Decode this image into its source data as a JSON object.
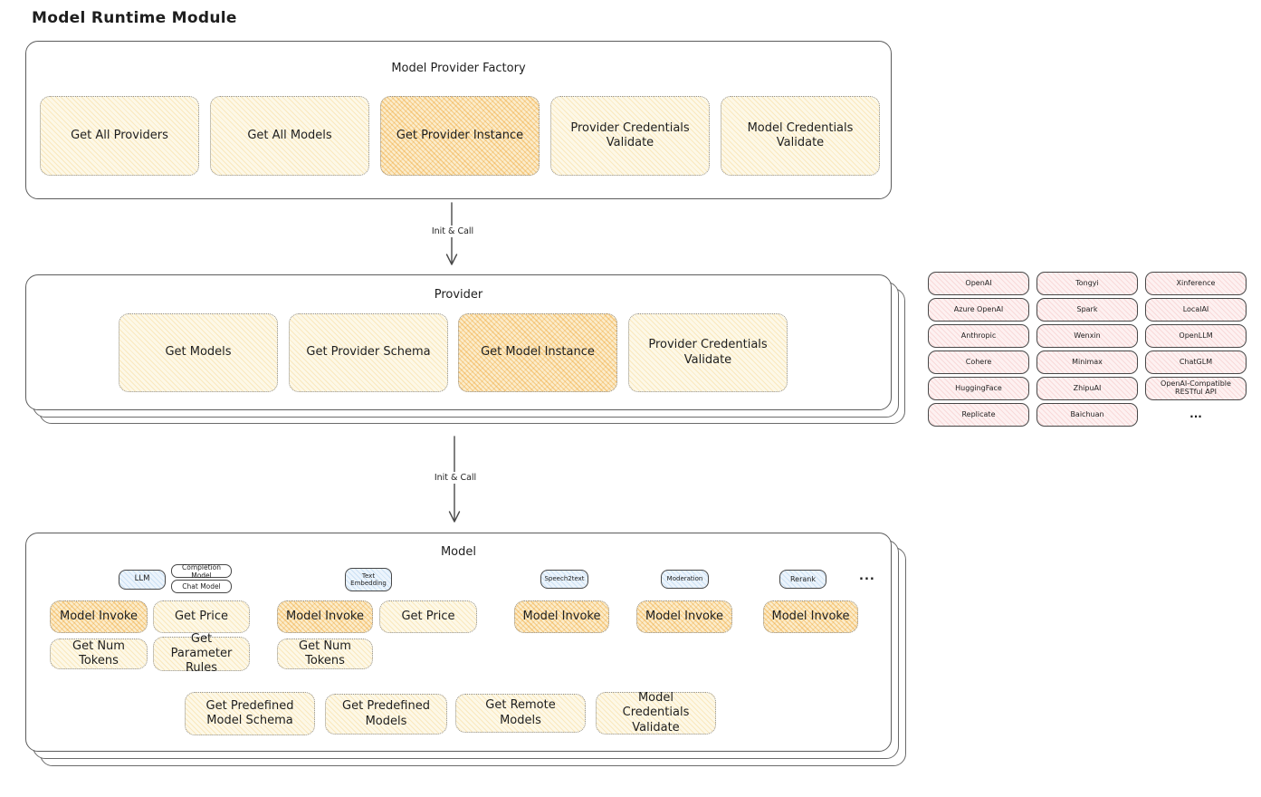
{
  "page_title": "Model Runtime Module",
  "colors": {
    "cream": "#fdf8e7",
    "highlight_orange": "#fbeccb",
    "pink": "#fdf1f1",
    "blue": "#ecf4fc",
    "stroke": "#5c5c5c"
  },
  "flow": {
    "arrow1_label": "Init & Call",
    "arrow2_label": "Init & Call"
  },
  "factory": {
    "title": "Model Provider Factory",
    "items": [
      {
        "label": "Get All Providers",
        "highlight": false
      },
      {
        "label": "Get All Models",
        "highlight": false
      },
      {
        "label": "Get Provider Instance",
        "highlight": true
      },
      {
        "label": "Provider Credentials Validate",
        "highlight": false
      },
      {
        "label": "Model Credentials Validate",
        "highlight": false
      }
    ]
  },
  "provider": {
    "title": "Provider",
    "items": [
      {
        "label": "Get Models",
        "highlight": false
      },
      {
        "label": "Get Provider Schema",
        "highlight": false
      },
      {
        "label": "Get Model Instance",
        "highlight": true
      },
      {
        "label": "Provider Credentials Validate",
        "highlight": false
      }
    ]
  },
  "providers_grid": {
    "items": [
      "OpenAI",
      "Tongyi",
      "Xinference",
      "Azure OpenAI",
      "Spark",
      "LocalAI",
      "Anthropic",
      "Wenxin",
      "OpenLLM",
      "Cohere",
      "Minimax",
      "ChatGLM",
      "HuggingFace",
      "ZhipuAI",
      "OpenAI-Compatible RESTful API",
      "Replicate",
      "Baichuan",
      "..."
    ]
  },
  "model": {
    "title": "Model",
    "tags": {
      "llm": "LLM",
      "completion": "Completion Model",
      "chat": "Chat Model",
      "text_embedding": "Text Embedding",
      "speech2text": "Speech2text",
      "moderation": "Moderation",
      "rerank": "Rerank",
      "ellipsis": "..."
    },
    "ops": {
      "llm_invoke": "Model Invoke",
      "llm_get_price": "Get Price",
      "llm_get_num_tokens": "Get Num Tokens",
      "llm_get_parameter_rules": "Get Parameter Rules",
      "te_invoke": "Model Invoke",
      "te_get_price": "Get Price",
      "te_get_num_tokens": "Get Num Tokens",
      "s2t_invoke": "Model Invoke",
      "mod_invoke": "Model Invoke",
      "rerank_invoke": "Model Invoke"
    },
    "bottom": [
      "Get Predefined Model Schema",
      "Get Predefined Models",
      "Get Remote Models",
      "Model Credentials Validate"
    ]
  }
}
